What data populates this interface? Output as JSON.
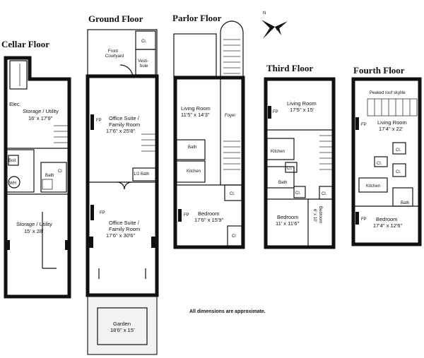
{
  "floors": {
    "cellar": {
      "title": "Cellar Floor",
      "elec": "Elec.",
      "storage_top_name": "Storage / Utility",
      "storage_top_dim": "16' x 17'9\"",
      "boil": "Boil",
      "wh": "WH",
      "bath": "Bath",
      "cl": "Cl",
      "storage_bottom_name": "Storage / Utility",
      "storage_bottom_dim": "15' x 28'"
    },
    "ground": {
      "title": "Ground Floor",
      "front_courtyard": [
        "Front",
        "Courtyard"
      ],
      "vestibule": [
        "Vesti-",
        "bule"
      ],
      "cl": "Cl.",
      "fp1": "FP",
      "office1_name": [
        "Office Suite /",
        "Family Room"
      ],
      "office1_dim": "17'6\" x 25'8\"",
      "half_bath": "1/2 Bath",
      "fp2": "FP",
      "office2_name": [
        "Office Suite /",
        "Family Room"
      ],
      "office2_dim": "17'6\" x 30'6\"",
      "garden_name": "Garden",
      "garden_dim": "18'6\" x 15'"
    },
    "parlor": {
      "title": "Parlor Floor",
      "living_name": "Living Room",
      "living_dim": "11'5\" x 14'3\"",
      "foyer": "Foyer",
      "bath": "Bath",
      "kitchen": "Kitchen",
      "cl1": "Cl.",
      "fp": "FP",
      "bedroom_name": "Bedroom",
      "bedroom_dim": "17'6\" x 15'9\"",
      "cl2": "Cl"
    },
    "third": {
      "title": "Third Floor",
      "living_name": "Living Room",
      "living_dim": "17'5\" x 15'",
      "fp": "FP",
      "kitchen": "Kitchen",
      "cl1": "Cl.",
      "bath": "Bath",
      "cl2": "Cl.",
      "cl3": "Cl.",
      "bedroom_name": "Bedroom",
      "bedroom_dim": "11' x 11'6\"",
      "bedroom2_name": "Bedroom",
      "bedroom2_dim": "6' x 10'"
    },
    "fourth": {
      "title": "Fourth Floor",
      "skylite": "Peaked roof skylite",
      "fp1": "FP",
      "living_name": "Living Room",
      "living_dim": "17'4\" x 22'",
      "cl1": "Cl.",
      "cl2": "Cl.",
      "cl3": "Cl.",
      "kitchen": "Kitchen",
      "bath": "Bath",
      "fp2": "FP",
      "bedroom_name": "Bedroom",
      "bedroom_dim": "17'4\" x 12'6\""
    }
  },
  "compass_label": "N",
  "note": "All dimensions are approximate."
}
